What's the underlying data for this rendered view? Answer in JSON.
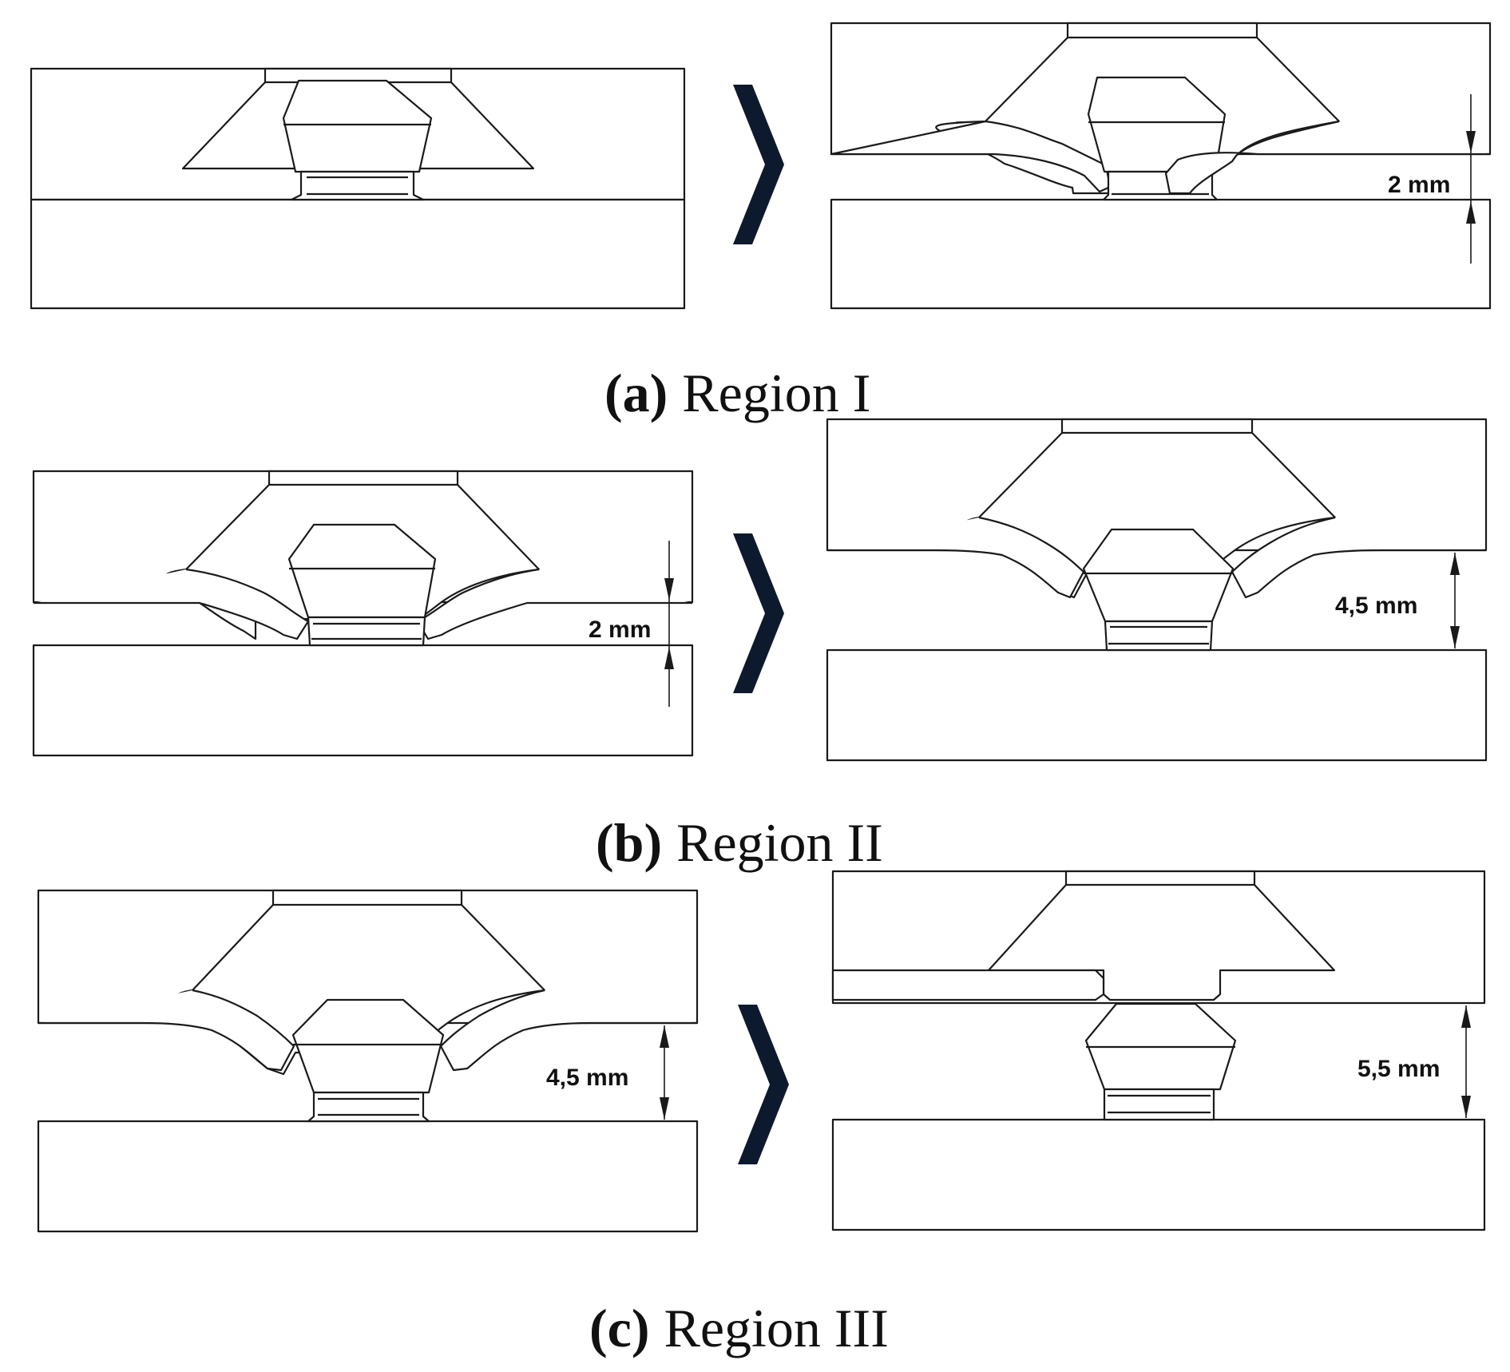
{
  "figure": {
    "captions": [
      {
        "label": "(a)",
        "text": "Region I"
      },
      {
        "label": "(b)",
        "text": "Region II"
      },
      {
        "label": "(c)",
        "text": "Region III"
      }
    ],
    "dimensions": {
      "a_right": "2 mm",
      "b_left": "2 mm",
      "b_right": "4,5 mm",
      "c_left": "4,5 mm",
      "c_right": "5,5 mm"
    },
    "colors": {
      "line": "#1a1a1a",
      "arrow": "#0d1a2e",
      "background": "#ffffff"
    },
    "arrow_icon": "chevron-right-icon"
  }
}
